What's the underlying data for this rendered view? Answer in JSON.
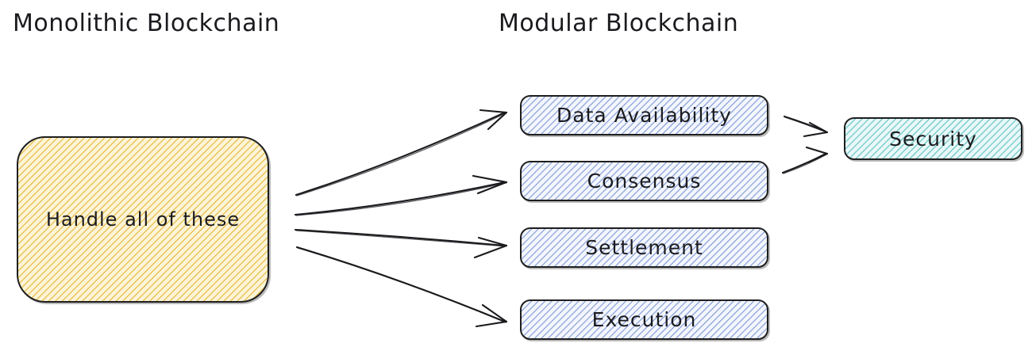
{
  "headings": {
    "left": "Monolithic Blockchain",
    "right": "Modular Blockchain"
  },
  "nodes": {
    "monolithic": {
      "label": "Handle all of these",
      "fill": "#fdf4d8",
      "stroke": "#e2b229",
      "shape": "rounded-rectangle"
    },
    "security": {
      "label": "Security",
      "fill": "#e8f8f8",
      "stroke": "#2aa8a8",
      "shape": "rounded-rectangle"
    },
    "modules": [
      {
        "id": "data-availability",
        "label": "Data Availability",
        "fill": "#f3f6fd",
        "stroke": "#5474c4"
      },
      {
        "id": "consensus",
        "label": "Consensus",
        "fill": "#f3f6fd",
        "stroke": "#5474c4"
      },
      {
        "id": "settlement",
        "label": "Settlement",
        "fill": "#f3f6fd",
        "stroke": "#5474c4"
      },
      {
        "id": "execution",
        "label": "Execution",
        "fill": "#f3f6fd",
        "stroke": "#5474c4"
      }
    ]
  },
  "arrows": [
    {
      "id": "monolithic-to-data-availability",
      "from": "monolithic",
      "to": "data-availability"
    },
    {
      "id": "monolithic-to-consensus",
      "from": "monolithic",
      "to": "consensus"
    },
    {
      "id": "monolithic-to-settlement",
      "from": "monolithic",
      "to": "settlement"
    },
    {
      "id": "monolithic-to-execution",
      "from": "monolithic",
      "to": "execution"
    },
    {
      "id": "data-availability-to-security",
      "from": "data-availability",
      "to": "security"
    },
    {
      "id": "consensus-to-security",
      "from": "consensus",
      "to": "security"
    }
  ],
  "canvas": {
    "background": "#ffffff",
    "stroke": "#1b1b1f"
  }
}
